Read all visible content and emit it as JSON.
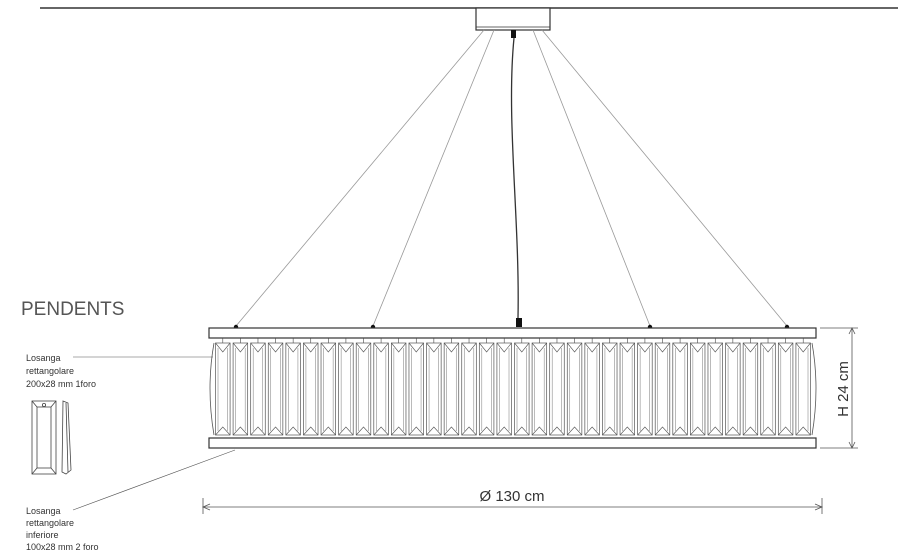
{
  "title": "PENDENTS",
  "top_pendant": {
    "lines": [
      "Losanga",
      "rettangolare",
      "200x28 mm 1foro"
    ]
  },
  "bottom_pendant": {
    "lines": [
      "Losanga",
      "rettangolare",
      "inferiore",
      "100x28 mm 2 foro"
    ]
  },
  "dimensions": {
    "height": "H 24 cm",
    "diameter": "Ø 130 cm"
  },
  "colors": {
    "line": "#333333",
    "thin_line": "#8a8a8a",
    "crystal": "#555555"
  },
  "icons": {
    "top_pendant_drawing": "rectangular-crystal-pendant-icon"
  }
}
